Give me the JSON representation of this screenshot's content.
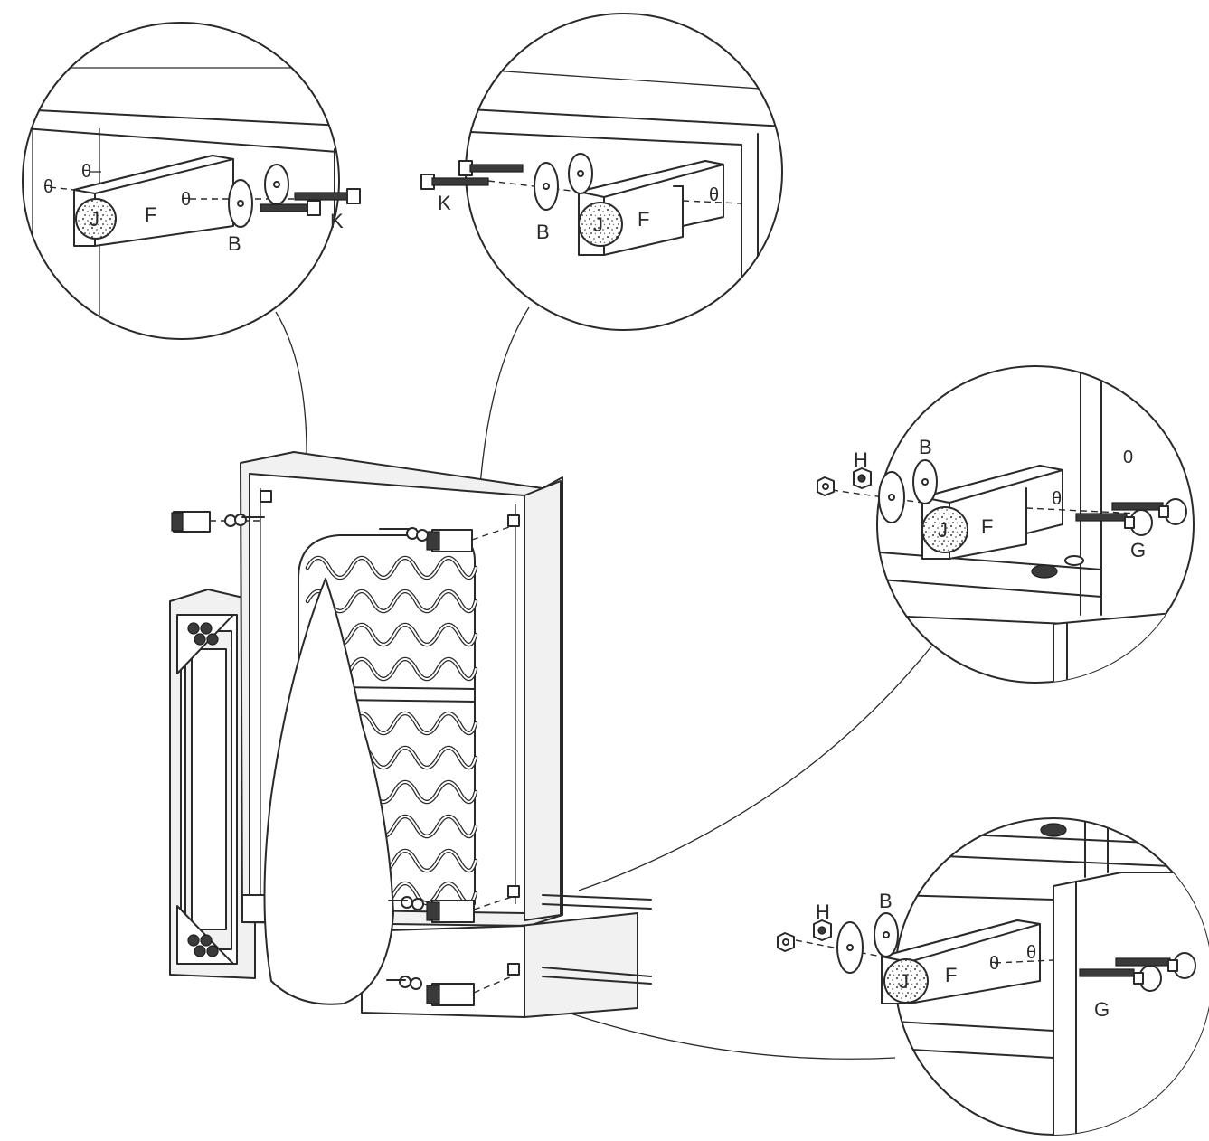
{
  "labels": {
    "top_left": {
      "foot": "F",
      "pad": "J",
      "washer": "B",
      "bolt": "K"
    },
    "top_right": {
      "foot": "F",
      "pad": "J",
      "washer": "B",
      "bolt": "K"
    },
    "mid_right": {
      "foot": "F",
      "pad": "J",
      "washer": "B",
      "nut": "H",
      "bolt": "G"
    },
    "bottom_right": {
      "foot": "F",
      "pad": "J",
      "washer": "B",
      "nut": "H",
      "bolt": "G"
    }
  },
  "icons": [
    "magnifier-callout",
    "sofa-frame",
    "sinuous-spring",
    "leg-bracket",
    "hex-bolt",
    "flat-washer",
    "hex-nut",
    "carriage-bolt",
    "felt-pad"
  ],
  "colors": {
    "line": "#2a2a2a",
    "background": "#ffffff",
    "hardware": "#3a3a3a"
  }
}
